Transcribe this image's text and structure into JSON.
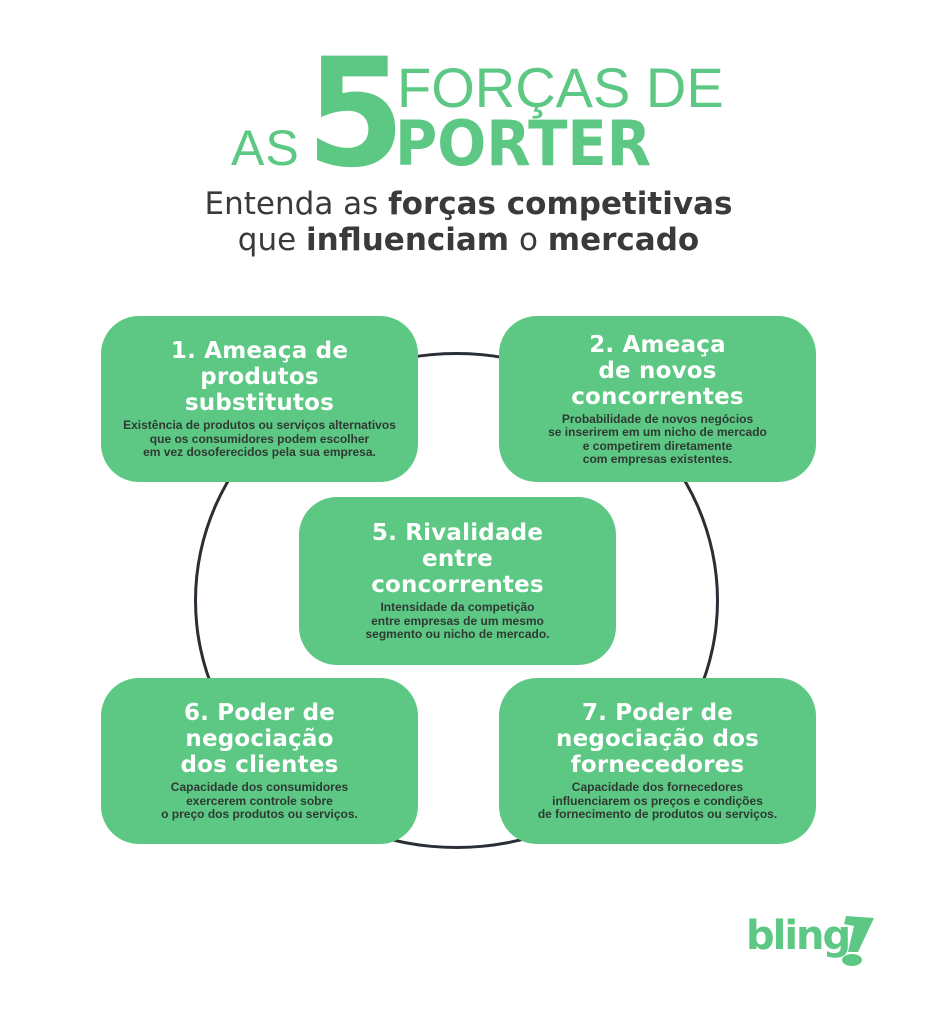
{
  "header": {
    "title_as": "AS",
    "title_number": "5",
    "title_forcas": "FORÇAS DE",
    "title_porter": "PORTER",
    "subtitle_line1_part1": "Entenda as ",
    "subtitle_line1_part2": "forças competitivas",
    "subtitle_line2_part1": "que ",
    "subtitle_line2_part2": "influenciam",
    "subtitle_line2_part3": " o ",
    "subtitle_line2_part4": "mercado"
  },
  "colors": {
    "accent_green": "#5cc883",
    "ring_stroke": "#2a2f36",
    "title_dark": "#3a3a3a",
    "card_title": "#ffffff",
    "card_desc": "#2f3a33",
    "background": "#ffffff"
  },
  "forces": [
    {
      "id": 1,
      "title": "1. Ameaça de\nprodutos\nsubstitutos",
      "description": "Existência de produtos ou serviços alternativos\nque os consumidores podem escolher\nem vez dosoferecidos pela sua empresa."
    },
    {
      "id": 2,
      "title": "2. Ameaça\nde novos\nconcorrentes",
      "description": "Probabilidade de novos negócios\nse inserirem em um nicho de mercado\ne competirem diretamente\ncom empresas existentes."
    },
    {
      "id": 5,
      "title": "5. Rivalidade\nentre\nconcorrentes",
      "description": "Intensidade da competição\nentre empresas de um mesmo\nsegmento ou nicho de mercado."
    },
    {
      "id": 6,
      "title": "6. Poder de\nnegociação\ndos clientes",
      "description": "Capacidade dos consumidores\nexercerem controle sobre\no preço dos produtos ou serviços."
    },
    {
      "id": 7,
      "title": "7. Poder de\nnegociação dos\nfornecedores",
      "description": "Capacidade dos fornecedores\ninfluenciarem os preços e condições\nde fornecimento de produtos ou serviços."
    }
  ],
  "logo": {
    "text": "bling",
    "icon": "bling-exclamation-logo-icon"
  }
}
